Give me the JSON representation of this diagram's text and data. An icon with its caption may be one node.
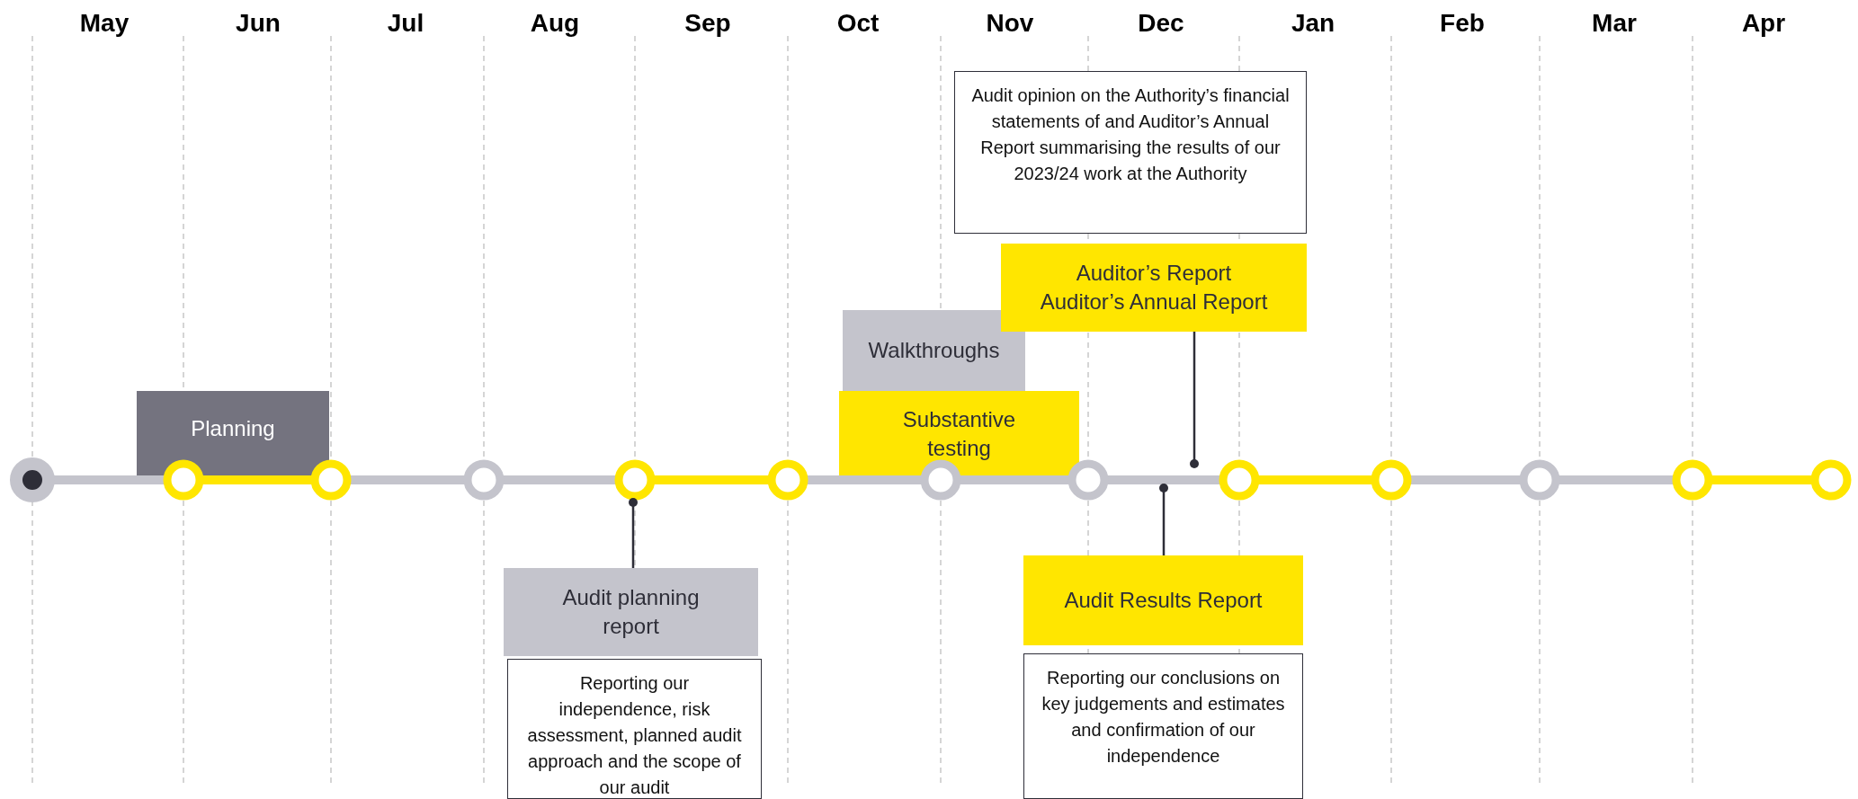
{
  "diagram": {
    "nodes": [
      {
        "text": [
          "Planning"
        ]
      },
      {
        "text": [
          "Audit planning report"
        ]
      },
      {
        "text": [
          "Reporting our independence, risk assessment, planned audit approach and the scope of our audit"
        ]
      },
      {
        "text": [
          "Walkthroughs"
        ]
      },
      {
        "text": [
          "Substantive testing"
        ]
      },
      {
        "text": [
          "Audit opinion on the Authority’s financial statements of and Auditor’s Annual Report summarising the results of our 2023/24 work at the Authority"
        ]
      },
      {
        "text": [
          "Auditor’s Report",
          "Auditor’s Annual Report"
        ]
      },
      {
        "text": [
          "Audit Results Report"
        ]
      },
      {
        "text": [
          "Reporting our conclusions on key judgements and estimates and confirmation of our independence"
        ]
      }
    ],
    "edges": [
      {
        "from": 1,
        "to": null,
        "arrow": "other"
      },
      {
        "from": 6,
        "to": null,
        "arrow": "other"
      },
      {
        "from": 7,
        "to": null,
        "arrow": "other"
      }
    ],
    "labels": [
      "May",
      "Jun",
      "Jul",
      "Aug",
      "Sep",
      "Oct",
      "Nov",
      "Dec",
      "Jan",
      "Feb",
      "Mar",
      "Apr"
    ]
  }
}
